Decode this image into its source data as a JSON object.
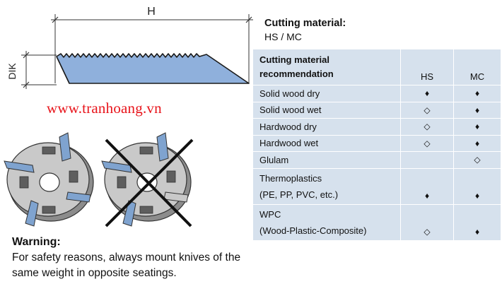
{
  "drawing": {
    "dim_width_label": "H",
    "dim_height_label": "DIK"
  },
  "watermark": "www.tranhoang.vn",
  "warning": {
    "title": "Warning:",
    "text": "For safety reasons, always mount knives of the same weight in opposite seatings."
  },
  "cutting_material": {
    "title": "Cutting material:",
    "value": "HS / MC"
  },
  "table": {
    "header": {
      "label_line1": "Cutting material",
      "label_line2": "recommendation",
      "col1": "HS",
      "col2": "MC"
    },
    "rows": [
      {
        "label": "Solid wood dry",
        "hs": "♦",
        "mc": "♦"
      },
      {
        "label": "Solid wood wet",
        "hs": "◇",
        "mc": "♦"
      },
      {
        "label": "Hardwood dry",
        "hs": "◇",
        "mc": "♦"
      },
      {
        "label": "Hardwood wet",
        "hs": "◇",
        "mc": "♦"
      },
      {
        "label": "Glulam",
        "hs": "",
        "mc": "◇"
      },
      {
        "label_line1": "Thermoplastics",
        "label_line2": "(PE, PP, PVC, etc.)",
        "hs": "♦",
        "mc": "♦"
      },
      {
        "label_line1": "WPC",
        "label_line2": "(Wood-Plastic-Composite)",
        "hs": "◇",
        "mc": "♦"
      }
    ]
  }
}
